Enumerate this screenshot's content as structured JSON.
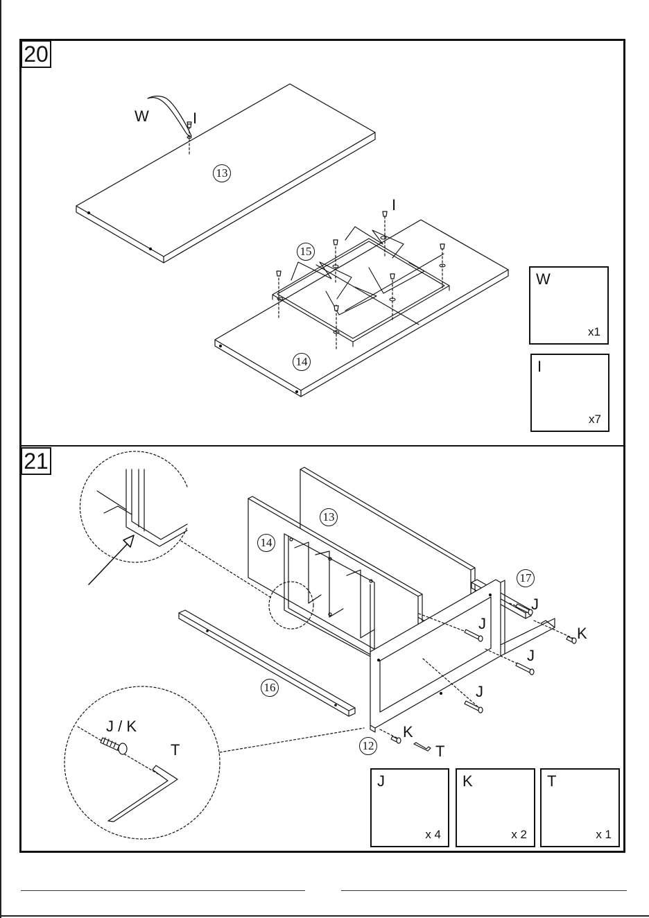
{
  "steps": [
    {
      "number": "20"
    },
    {
      "number": "21"
    }
  ],
  "step20": {
    "labels": {
      "strap": "W",
      "screw_top": "I",
      "screw_rack": "I"
    },
    "panels": {
      "top": "13",
      "bottom": "14",
      "rack": "15"
    },
    "parts": [
      {
        "letter": "W",
        "qty": "x1",
        "icon": "strap-icon"
      },
      {
        "letter": "I",
        "qty": "x7",
        "icon": "screw-icon"
      }
    ]
  },
  "step21": {
    "panels": {
      "back": "13",
      "side": "14",
      "rail": "16",
      "brace": "17",
      "frame": "12"
    },
    "fastener_labels": {
      "j1": "J",
      "j2": "J",
      "j3": "J",
      "j4": "J",
      "k1": "K",
      "k2": "K",
      "t": "T"
    },
    "detail_labels": {
      "jk": "J / K",
      "t": "T"
    },
    "parts": [
      {
        "letter": "J",
        "qty": "x 4",
        "icon": "long-bolt-icon"
      },
      {
        "letter": "K",
        "qty": "x 2",
        "icon": "short-bolt-icon"
      },
      {
        "letter": "T",
        "qty": "x 1",
        "icon": "allen-key-icon"
      }
    ]
  }
}
